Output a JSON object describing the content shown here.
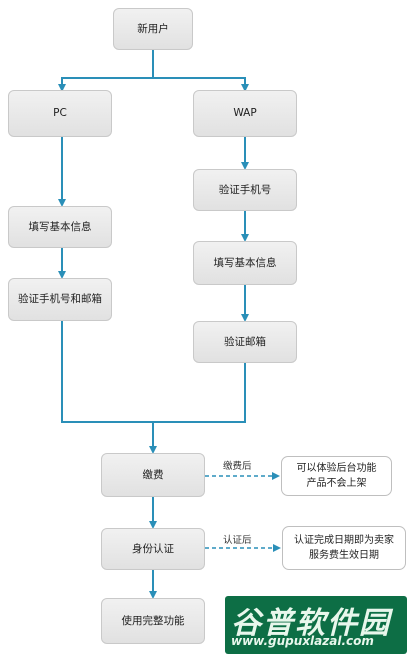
{
  "nodes": {
    "new_user": "新用户",
    "pc": "PC",
    "wap": "WAP",
    "pc_fill_info": "填写基本信息",
    "pc_verify": "验证手机号和邮箱",
    "wap_verify_phone": "验证手机号",
    "wap_fill_info": "填写基本信息",
    "wap_verify_email": "验证邮箱",
    "pay": "缴费",
    "identity": "身份认证",
    "full_use": "使用完整功能"
  },
  "edge_labels": {
    "after_pay": "缴费后",
    "after_auth": "认证后"
  },
  "notes": {
    "pay_note": "可以体验后台功能\n产品不会上架",
    "auth_note": "认证完成日期即为卖家\n服务费生效日期"
  },
  "watermark": {
    "main": "谷普软件园",
    "url": "www.gupuxlazal.com"
  },
  "colors": {
    "arrow": "#2a8fb8",
    "dashed": "#2a8fb8"
  }
}
